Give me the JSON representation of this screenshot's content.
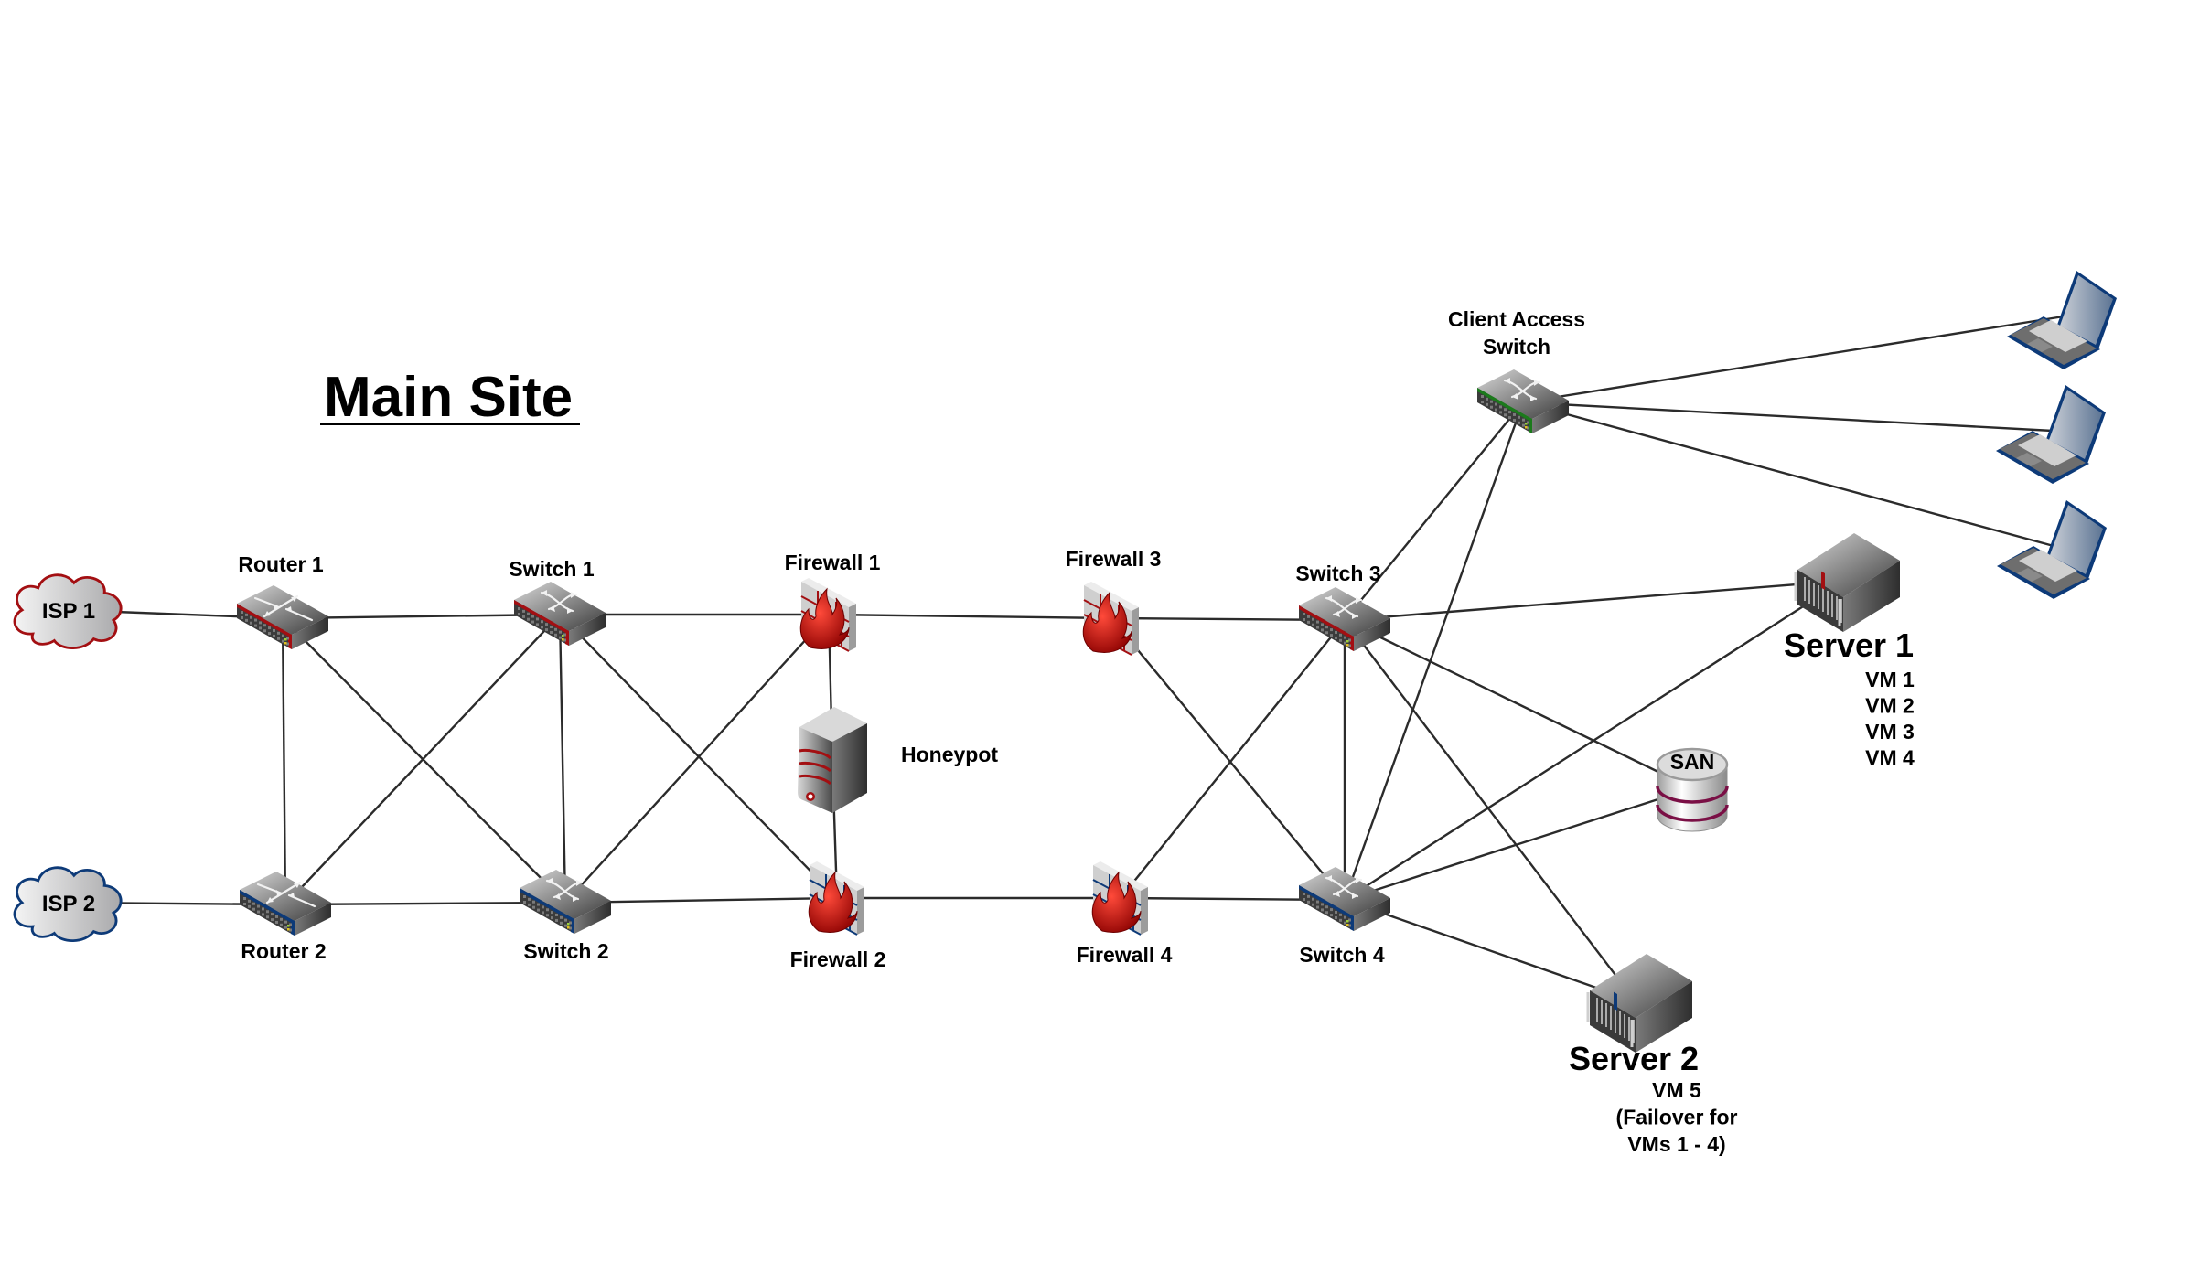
{
  "title": "Main Site",
  "colors": {
    "primary_accent": "#a30f12",
    "secondary_accent": "#0d3a78",
    "client_accent": "#1c7a1c",
    "san_band": "#7a0f45",
    "link": "#2b2b2b"
  },
  "nodes": [
    {
      "id": "isp1",
      "type": "cloud",
      "label": "ISP 1",
      "accent": "primary"
    },
    {
      "id": "isp2",
      "type": "cloud",
      "label": "ISP 2",
      "accent": "secondary"
    },
    {
      "id": "r1",
      "type": "router",
      "label": "Router 1",
      "accent": "primary"
    },
    {
      "id": "r2",
      "type": "router",
      "label": "Router 2",
      "accent": "secondary"
    },
    {
      "id": "s1",
      "type": "switch",
      "label": "Switch 1",
      "accent": "primary"
    },
    {
      "id": "s2",
      "type": "switch",
      "label": "Switch 2",
      "accent": "secondary"
    },
    {
      "id": "fw1",
      "type": "firewall",
      "label": "Firewall 1",
      "accent": "primary"
    },
    {
      "id": "fw2",
      "type": "firewall",
      "label": "Firewall 2",
      "accent": "secondary"
    },
    {
      "id": "hp",
      "type": "tower-server",
      "label": "Honeypot",
      "accent": "primary"
    },
    {
      "id": "fw3",
      "type": "firewall",
      "label": "Firewall 3",
      "accent": "primary"
    },
    {
      "id": "fw4",
      "type": "firewall",
      "label": "Firewall 4",
      "accent": "secondary"
    },
    {
      "id": "s3",
      "type": "switch",
      "label": "Switch 3",
      "accent": "primary"
    },
    {
      "id": "s4",
      "type": "switch",
      "label": "Switch 4",
      "accent": "secondary"
    },
    {
      "id": "cas",
      "type": "switch",
      "label": [
        "Client Access",
        "Switch"
      ],
      "accent": "client"
    },
    {
      "id": "srv1",
      "type": "rack-server",
      "label": "Server 1",
      "accent": "primary",
      "notes": [
        "VM 1",
        "VM 2",
        "VM 3",
        "VM 4"
      ]
    },
    {
      "id": "san",
      "type": "database",
      "label": "SAN",
      "accent": "san"
    },
    {
      "id": "srv2",
      "type": "rack-server",
      "label": "Server 2",
      "accent": "secondary",
      "notes": [
        "VM 5",
        "(Failover for",
        "VMs 1 - 4)"
      ]
    },
    {
      "id": "l1",
      "type": "laptop",
      "label": "",
      "accent": "secondary"
    },
    {
      "id": "l2",
      "type": "laptop",
      "label": "",
      "accent": "secondary"
    },
    {
      "id": "l3",
      "type": "laptop",
      "label": "",
      "accent": "secondary"
    }
  ],
  "edges": [
    [
      "isp1",
      "r1"
    ],
    [
      "isp2",
      "r2"
    ],
    [
      "r1",
      "s1"
    ],
    [
      "r1",
      "r2"
    ],
    [
      "r1",
      "s2"
    ],
    [
      "r2",
      "s1"
    ],
    [
      "r2",
      "s2"
    ],
    [
      "s1",
      "fw1"
    ],
    [
      "s1",
      "s2"
    ],
    [
      "s1",
      "fw2"
    ],
    [
      "s2",
      "fw1"
    ],
    [
      "s2",
      "fw2"
    ],
    [
      "fw1",
      "hp"
    ],
    [
      "hp",
      "fw2"
    ],
    [
      "fw1",
      "fw3"
    ],
    [
      "fw2",
      "fw4"
    ],
    [
      "fw3",
      "s3"
    ],
    [
      "fw3",
      "s4"
    ],
    [
      "fw4",
      "s3"
    ],
    [
      "fw4",
      "s4"
    ],
    [
      "s3",
      "s4"
    ],
    [
      "s3",
      "cas"
    ],
    [
      "s4",
      "cas"
    ],
    [
      "s3",
      "srv1"
    ],
    [
      "s3",
      "san"
    ],
    [
      "s3",
      "srv2"
    ],
    [
      "s4",
      "srv1"
    ],
    [
      "s4",
      "san"
    ],
    [
      "s4",
      "srv2"
    ],
    [
      "cas",
      "l1"
    ],
    [
      "cas",
      "l2"
    ],
    [
      "cas",
      "l3"
    ]
  ]
}
